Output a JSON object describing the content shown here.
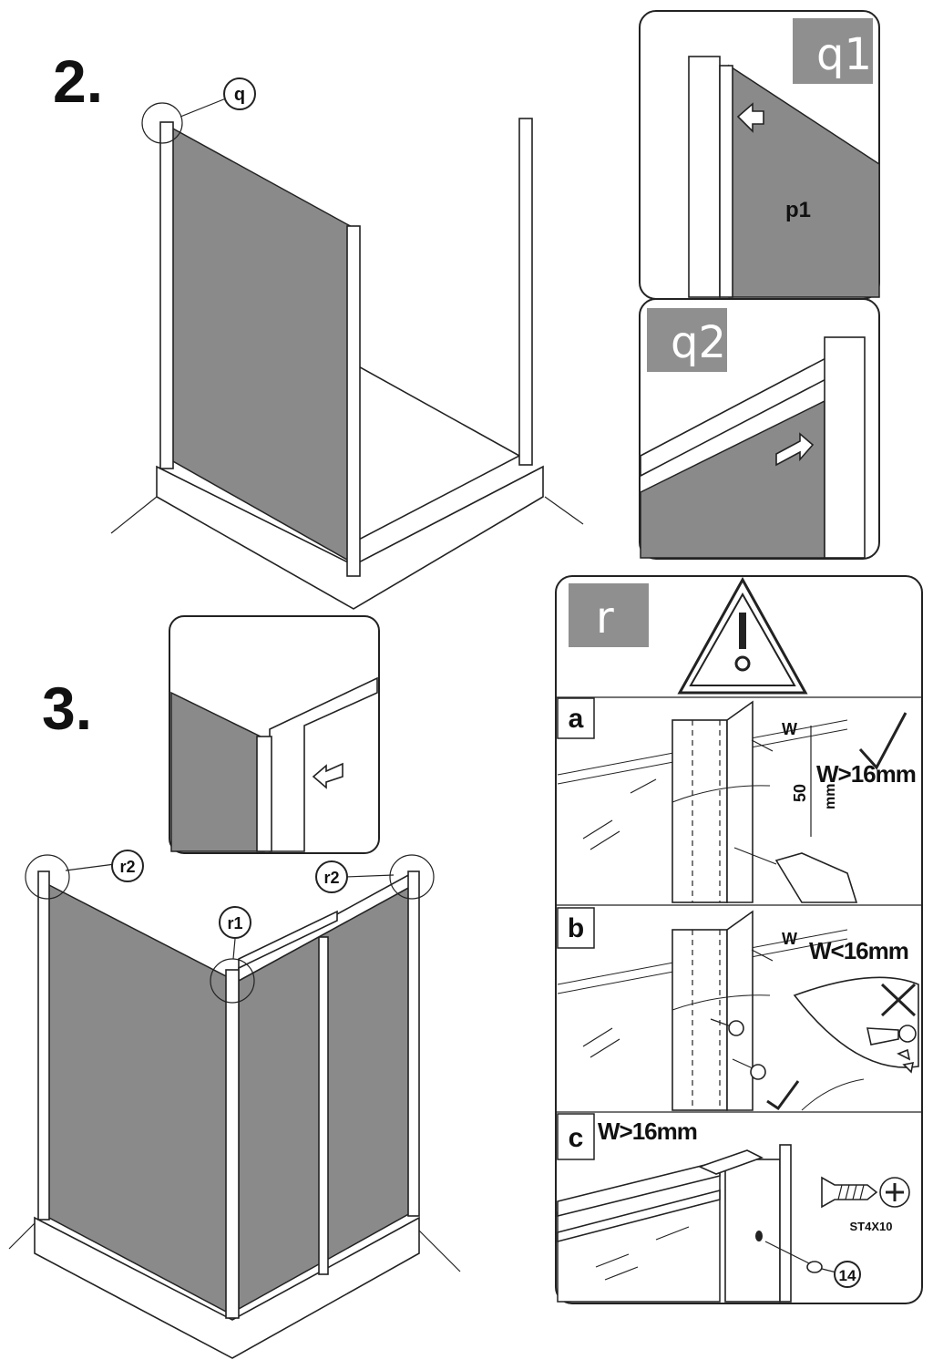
{
  "steps": {
    "step2": "2.",
    "step3": "3."
  },
  "callouts": {
    "q": "q",
    "r1": "r1",
    "r2_left": "r2",
    "r2_right": "r2"
  },
  "detail_q1": {
    "tag": "q1",
    "panel_label": "p1"
  },
  "detail_q2": {
    "tag": "q2"
  },
  "detail_r": {
    "tag": "r",
    "row_a": {
      "letter": "a",
      "w_label": "W",
      "condition": "W>16mm",
      "dimension": "50",
      "unit": "mm"
    },
    "row_b": {
      "letter": "b",
      "w_label": "W",
      "condition": "W<16mm"
    },
    "row_c": {
      "letter": "c",
      "condition": "W>16mm",
      "screw_spec": "ST4X10",
      "part_number": "14"
    }
  },
  "colors": {
    "glass": "#8a8a8a",
    "tag_bg": "#8f8f8f",
    "ink": "#222222"
  }
}
